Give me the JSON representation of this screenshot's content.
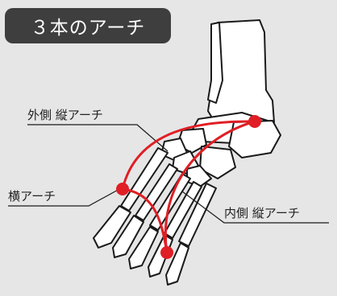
{
  "title": "３本のアーチ",
  "labels": {
    "lateral_longitudinal": "外側 縦アーチ",
    "transverse": "横アーチ",
    "medial_longitudinal": "内側 縦アーチ"
  },
  "colors": {
    "background": "#e6e6e6",
    "title_badge": "#3e3e3e",
    "arch": "#e01e25",
    "bone_fill": "#ffffff",
    "bone_outline": "#1a1a1a"
  }
}
